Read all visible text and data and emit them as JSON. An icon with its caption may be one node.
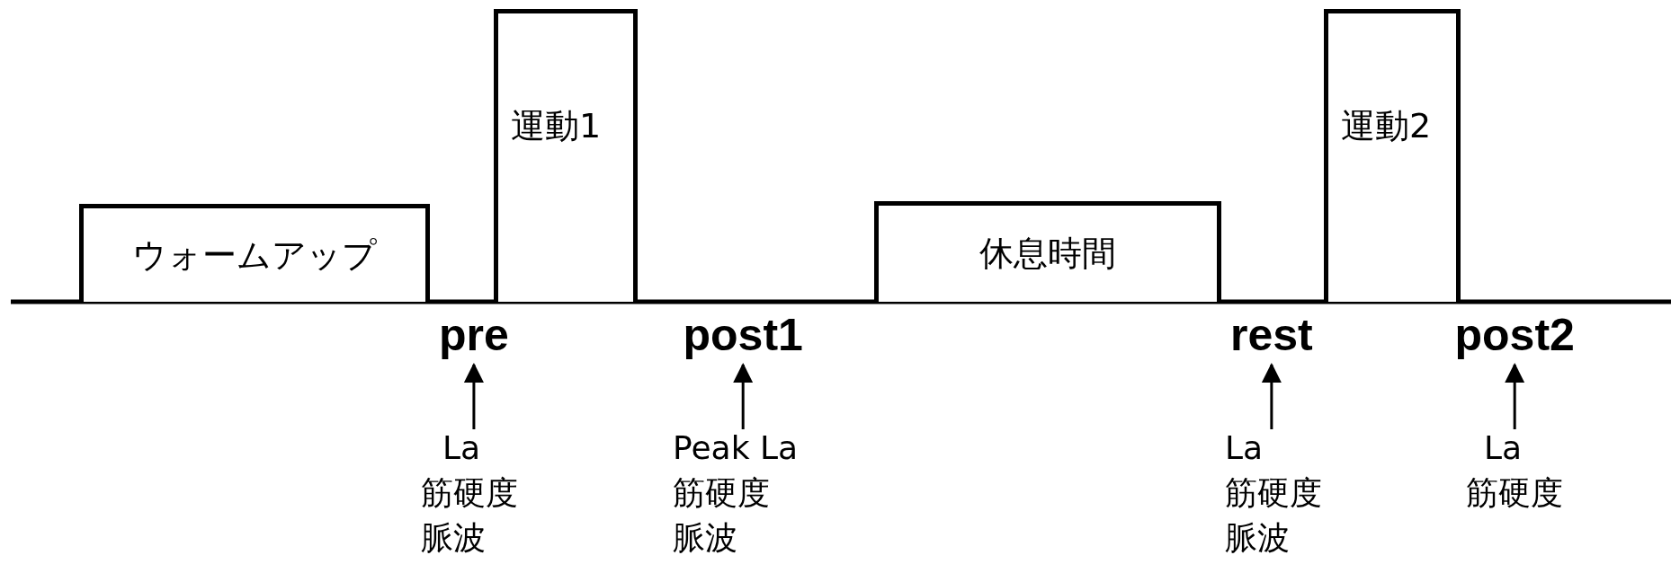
{
  "diagram": {
    "nodes": [
      {
        "text": [
          "ウォームアップ"
        ]
      },
      {
        "text": [
          "運動1"
        ]
      },
      {
        "text": [
          "休息時間"
        ]
      },
      {
        "text": [
          "運動2"
        ]
      },
      {
        "text": [
          "pre"
        ]
      },
      {
        "text": [
          "post1"
        ]
      },
      {
        "text": [
          "rest"
        ]
      },
      {
        "text": [
          "post2"
        ]
      },
      {
        "text": [
          "La",
          "筋硬度",
          "脈波"
        ]
      },
      {
        "text": [
          "Peak La",
          "筋硬度",
          "脈波"
        ]
      },
      {
        "text": [
          "La",
          "筋硬度",
          "脈波"
        ]
      },
      {
        "text": [
          "La",
          "筋硬度"
        ]
      }
    ],
    "edges": [
      {
        "from": 8,
        "to": 4,
        "arrow": "to"
      },
      {
        "from": 9,
        "to": 5,
        "arrow": "to"
      },
      {
        "from": 10,
        "to": 6,
        "arrow": "to"
      },
      {
        "from": 11,
        "to": 7,
        "arrow": "to"
      }
    ]
  }
}
